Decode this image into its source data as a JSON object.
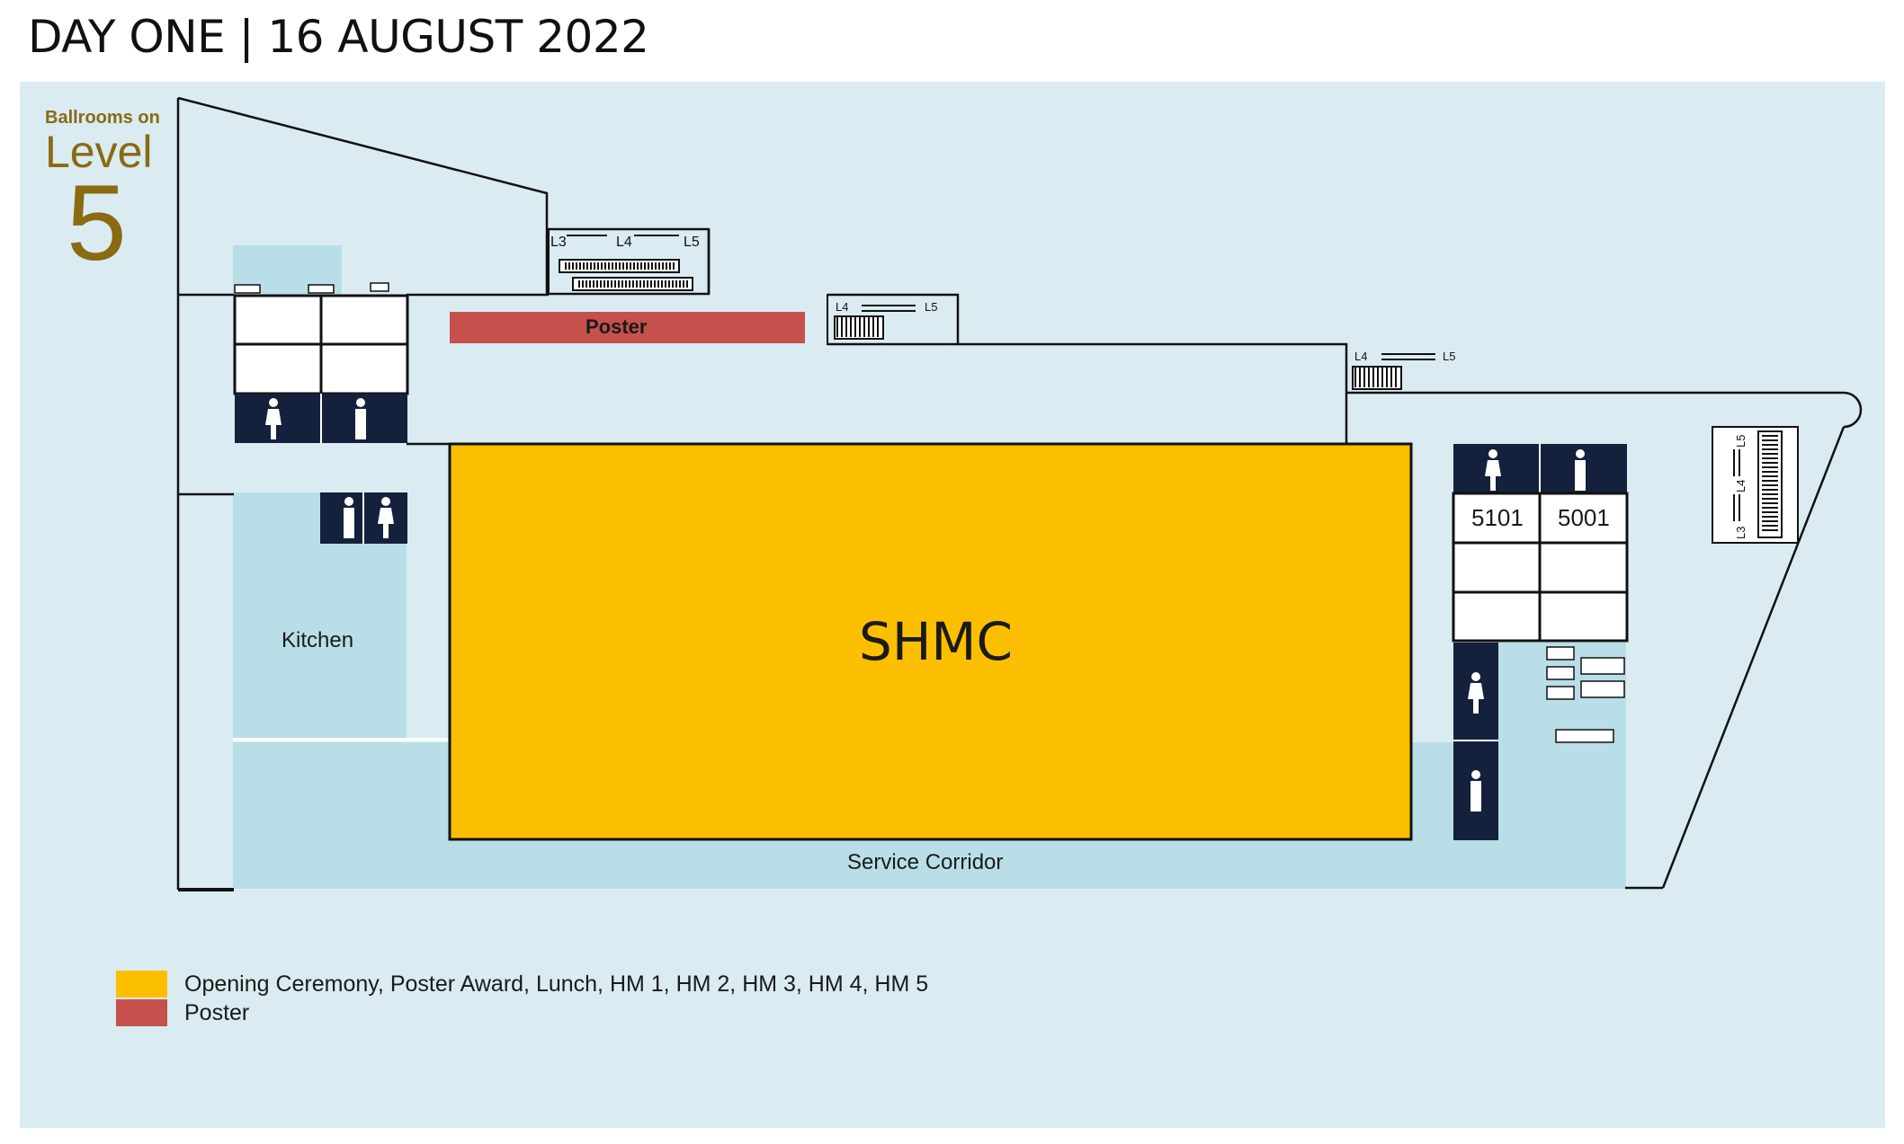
{
  "header": {
    "title": "DAY ONE | 16 AUGUST 2022"
  },
  "level": {
    "caption": "Ballrooms on",
    "word": "Level",
    "number": "5"
  },
  "rooms": {
    "main_hall": "SHMC",
    "poster": "Poster",
    "kitchen": "Kitchen",
    "corridor": "Service Corridor",
    "room_a": "5101",
    "room_b": "5001"
  },
  "escalators": {
    "top": [
      "L3",
      "L4",
      "L5"
    ],
    "mid": [
      "L4",
      "L5"
    ],
    "right": [
      "L4",
      "L5"
    ],
    "side": [
      "L5",
      "L4",
      "L3"
    ]
  },
  "legend": [
    {
      "color": "#fcbf00",
      "label": "Opening Ceremony, Poster Award, Lunch, HM 1, HM 2, HM 3, HM 4, HM 5"
    },
    {
      "color": "#c5504c",
      "label": "Poster"
    }
  ],
  "colors": {
    "background": "#daecf2",
    "zone": "#b9dee7",
    "toilet": "#14213d",
    "accent": "#8a6a12"
  },
  "icons": [
    "female-toilet-icon",
    "male-toilet-icon",
    "escalator-icon",
    "lift-icon"
  ]
}
